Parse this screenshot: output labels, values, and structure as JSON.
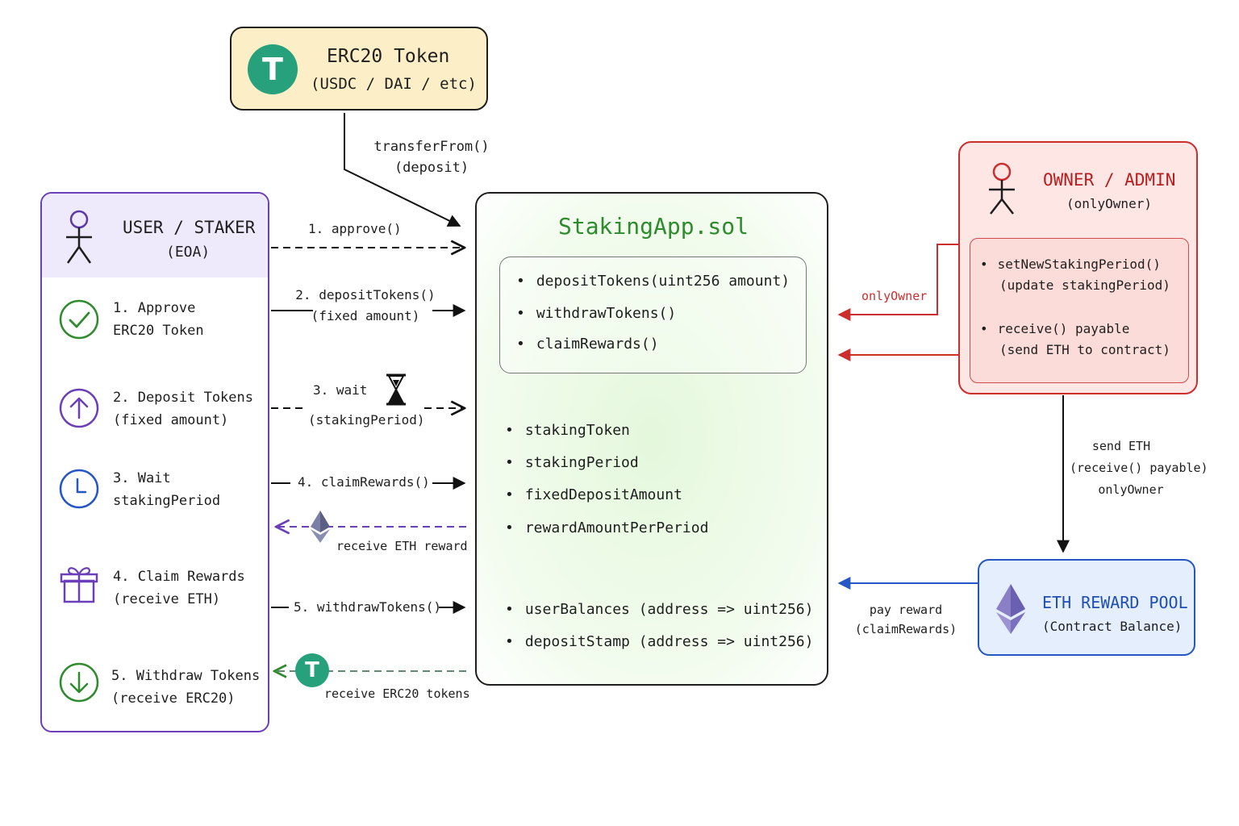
{
  "erc20": {
    "symbol": "T",
    "title": "ERC20 Token",
    "subtitle": "(USDC / DAI / etc)"
  },
  "transfer": {
    "line1": "transferFrom()",
    "line2": "(deposit)"
  },
  "user": {
    "title": "USER / STAKER",
    "subtitle": "(EOA)",
    "steps": [
      {
        "line1": "1. Approve",
        "line2": "ERC20 Token",
        "icon": "check-circle-icon"
      },
      {
        "line1": "2. Deposit Tokens",
        "line2": "(fixed amount)",
        "icon": "arrow-up-circle-icon"
      },
      {
        "line1": "3. Wait",
        "line2": "stakingPeriod",
        "icon": "clock-icon"
      },
      {
        "line1": "4. Claim Rewards",
        "line2": "(receive ETH)",
        "icon": "gift-icon"
      },
      {
        "line1": "5. Withdraw Tokens",
        "line2": "(receive ERC20)",
        "icon": "arrow-down-circle-icon"
      }
    ]
  },
  "arrows": {
    "approve": "1. approve()",
    "deposit_line1": "2. depositTokens()",
    "deposit_line2": "(fixed amount)",
    "wait_line1": "3. wait",
    "wait_line2": "(stakingPeriod)",
    "claim": "4. claimRewards()",
    "receive_eth": "receive ETH reward",
    "withdraw": "5. withdrawTokens()",
    "receive_erc20": "receive ERC20 tokens",
    "token_symbol": "T"
  },
  "staking": {
    "title": "StakingApp.sol",
    "functions": [
      "depositTokens(uint256 amount)",
      "withdrawTokens()",
      "claimRewards()"
    ],
    "state_vars": [
      "stakingToken",
      "stakingPeriod",
      "fixedDepositAmount",
      "rewardAmountPerPeriod"
    ],
    "mappings": [
      "userBalances (address => uint256)",
      "depositStamp (address => uint256)"
    ]
  },
  "owner": {
    "title": "OWNER / ADMIN",
    "subtitle": "(onlyOwner)",
    "fn1_line1": "setNewStakingPeriod()",
    "fn1_line2": "(update stakingPeriod)",
    "fn2_line1": "receive() payable",
    "fn2_line2": "(send ETH to contract)",
    "only_owner_label": "onlyOwner"
  },
  "send_eth": {
    "line1": "send ETH",
    "line2": "(receive() payable)",
    "line3": "onlyOwner"
  },
  "pool": {
    "title": "ETH REWARD POOL",
    "subtitle": "(Contract Balance)"
  },
  "pay_reward": {
    "line1": "pay reward",
    "line2": "(claimRewards)"
  },
  "colors": {
    "user": "#6b3fb8",
    "green": "#2e8b2e",
    "owner": "#cc2e2e",
    "pool": "#2457c5",
    "token": "#26a17b",
    "erc20_bg": "#fcefc7"
  }
}
